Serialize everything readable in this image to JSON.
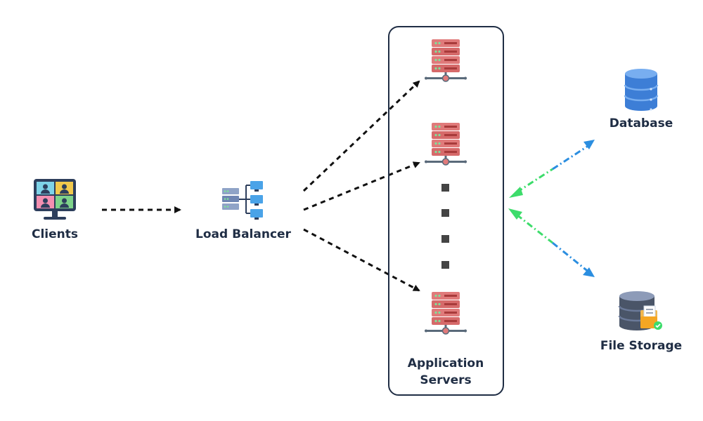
{
  "labels": {
    "clients": "Clients",
    "load_balancer": "Load Balancer",
    "application_servers_line1": "Application",
    "application_servers_line2": "Servers",
    "database": "Database",
    "file_storage": "File Storage"
  },
  "icons": {
    "clients": "video-conference-monitor-icon",
    "load_balancer": "network-hub-icon",
    "server": "server-rack-icon",
    "database": "database-cylinder-icon",
    "file_storage": "storage-with-document-icon"
  },
  "colors": {
    "text": "#1f2d44",
    "arrow": "#111111",
    "server_red": "#e07a7a",
    "server_dark": "#a83b3b",
    "db_blue": "#3d7ed6",
    "storage_slate": "#4a5568",
    "green_arrow": "#3ddc6b",
    "blue_arrow": "#2b8ee0"
  }
}
